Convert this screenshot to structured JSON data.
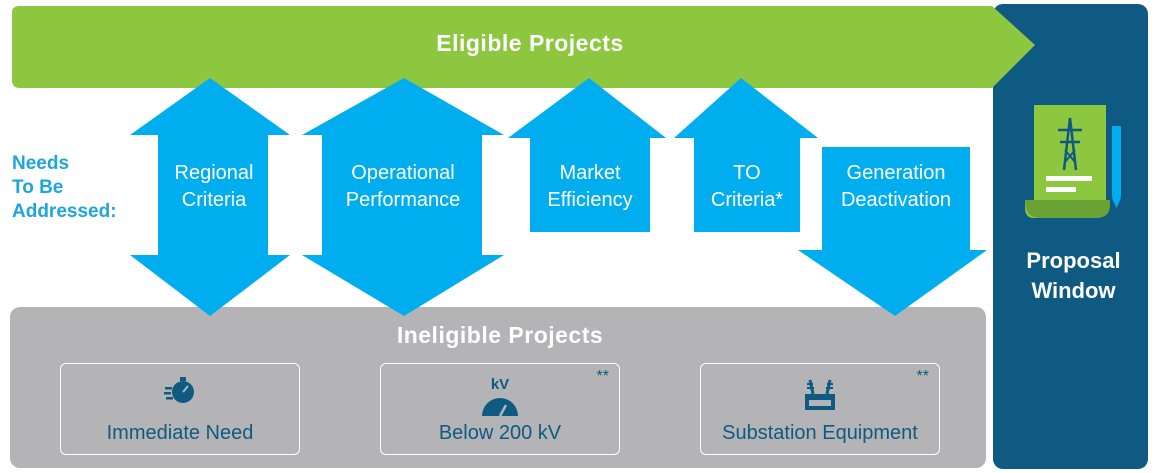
{
  "eligible": {
    "title": "Eligible Projects"
  },
  "ineligible": {
    "title": "Ineligible Projects",
    "items": [
      {
        "label": "Immediate Need",
        "note": "",
        "icon": "stopwatch-icon"
      },
      {
        "label": "Below 200 kV",
        "note": "**",
        "icon": "gauge-icon",
        "icon_text": "kV"
      },
      {
        "label": "Substation Equipment",
        "note": "**",
        "icon": "transformer-icon"
      }
    ]
  },
  "needs": {
    "line1": "Needs",
    "line2": "To Be",
    "line3": "Addressed:"
  },
  "criteria": [
    {
      "line1": "Regional",
      "line2": "Criteria",
      "direction": "both"
    },
    {
      "line1": "Operational",
      "line2": "Performance",
      "direction": "both"
    },
    {
      "line1": "Market",
      "line2": "Efficiency",
      "direction": "up"
    },
    {
      "line1": "TO",
      "line2": "Criteria*",
      "direction": "up"
    },
    {
      "line1": "Generation",
      "line2": "Deactivation",
      "direction": "down"
    }
  ],
  "proposal": {
    "line1": "Proposal",
    "line2": "Window",
    "icon": "document-pylon-icon"
  },
  "colors": {
    "green": "#8dc63f",
    "blue": "#00aeef",
    "gray": "#b4b4b6",
    "navy": "#0e5a82",
    "needs_text": "#1da5df"
  }
}
